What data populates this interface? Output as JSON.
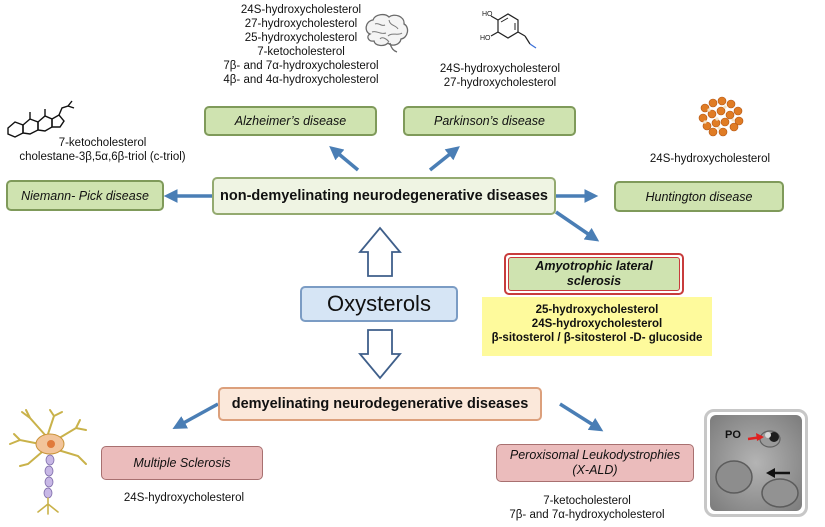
{
  "center": {
    "label": "Oxysterols"
  },
  "non_demyelinating": {
    "label": "non-demyelinating neurodegenerative diseases",
    "diseases": {
      "alzheimer": {
        "label": "Alzheimer’s disease",
        "oxysterols": [
          "24S-hydroxycholesterol",
          "27-hydroxycholesterol",
          "25-hydroxycholesterol",
          "7-ketocholesterol",
          "7β- and 7α-hydroxycholesterol",
          "4β- and 4α-hydroxycholesterol"
        ]
      },
      "parkinson": {
        "label": "Parkinson’s disease",
        "oxysterols": [
          "24S-hydroxycholesterol",
          "27-hydroxycholesterol"
        ]
      },
      "niemann_pick": {
        "label": "Niemann- Pick disease",
        "oxysterols": [
          "7-ketocholesterol",
          "cholestane-3β,5α,6β-triol (c-triol)"
        ]
      },
      "huntington": {
        "label": "Huntington disease",
        "oxysterols": [
          "24S-hydroxycholesterol"
        ]
      },
      "als": {
        "label_line1": "Amyotrophic lateral",
        "label_line2": "sclerosis",
        "oxysterols": [
          "25-hydroxycholesterol",
          "24S-hydroxycholesterol",
          "β-sitosterol  / β-sitosterol -D- glucoside"
        ]
      }
    }
  },
  "demyelinating": {
    "label": "demyelinating neurodegenerative diseases",
    "diseases": {
      "ms": {
        "label": "Multiple Sclerosis",
        "oxysterols": [
          "24S-hydroxycholesterol"
        ]
      },
      "xald": {
        "label_line1": "Peroxisomal Leukodystrophies",
        "label_line2": "(X-ALD)",
        "oxysterols": [
          "7-ketocholesterol",
          "7β- and 7α-hydroxycholesterol"
        ]
      }
    }
  },
  "micrograph": {
    "label": "PO"
  },
  "colors": {
    "arrow": "#4a7eb5",
    "green_box": "#cfe3b0",
    "peach_box": "#fbe8da",
    "pink_box": "#ebbcbc",
    "blue_box": "#d6e5f5",
    "als_border": "#c83c3c",
    "highlight": "#fefa9c"
  },
  "icons": [
    "brain-icon",
    "dopamine-structure-icon",
    "steroid-structure-icon",
    "protein-structure-icon",
    "neuron-icon",
    "micrograph-image"
  ]
}
